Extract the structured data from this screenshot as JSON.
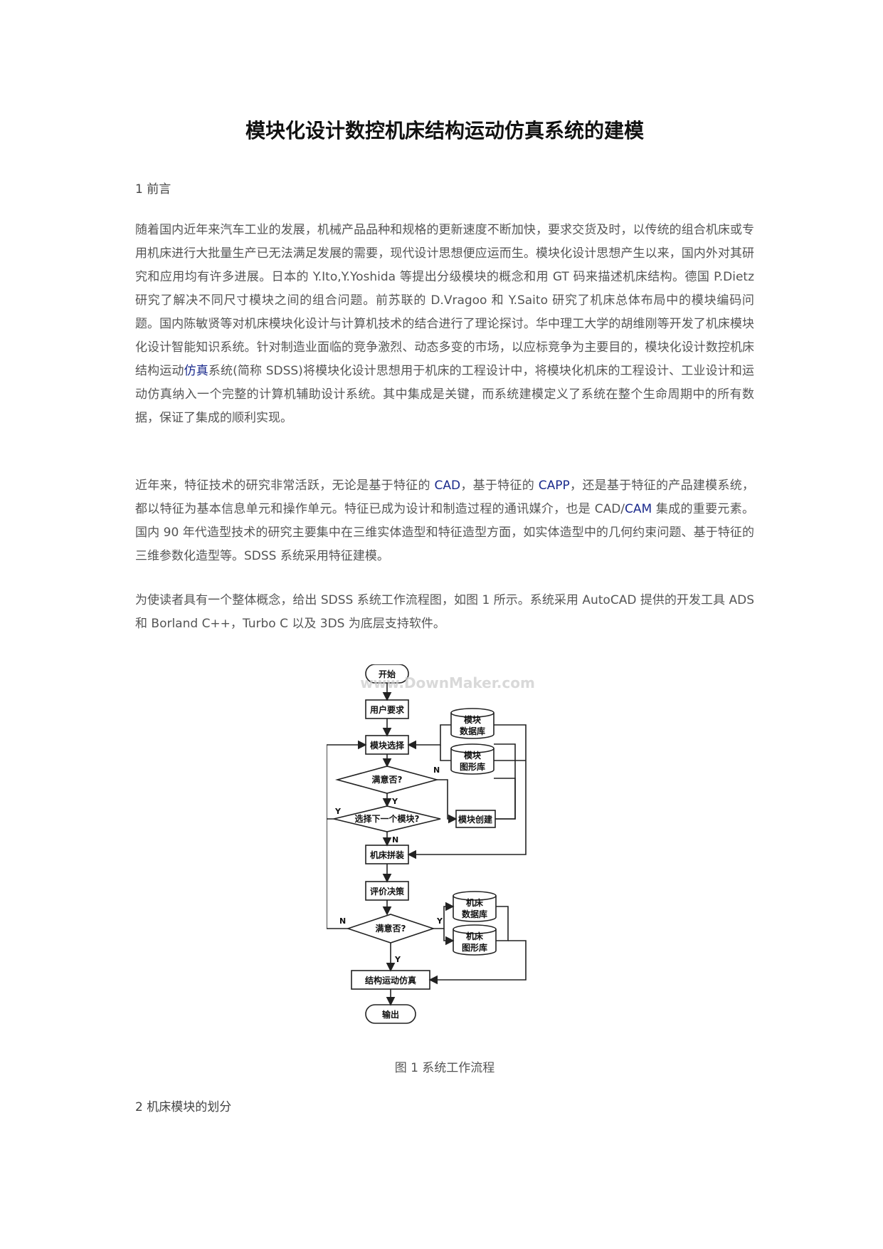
{
  "title": "模块化设计数控机床结构运动仿真系统的建模",
  "section1": "1  前言",
  "para1": [
    {
      "text": "随着国内近年来汽车工业的发展，机械产品品种和规格的更新速度不断加快，要求交货及时，以传统的组合机床或专用机床进行大批量生产已无法满足发展的需要，现代设计思想便应运而生。模块化设计思想产生以来，国内外对其研究和应用均有许多进展。日本的 Y.Ito,Y.Yoshida 等提出分级模块的概念和用 GT 码来描述机床结构。德国 P.Dietz 研究了解决不同尺寸模块之间的组合问题。前苏联的 D.Vragoo 和 Y.Saito 研究了机床总体布局中的模块编码问题。国内陈敏贤等对机床模块化设计与计算机技术的结合进行了理论探讨。华中理工大学的胡维刚等开发了机床模块化设计智能知识系统。针对制造业面临的竞争激烈、动态多变的市场，以应标竞争为主要目的，模块化设计数控机床结构运动"
    },
    {
      "text": "仿真",
      "link": true
    },
    {
      "text": "系统(简称 SDSS)将模块化设计思想用于机床的工程设计中，将模块化机床的工程设计、工业设计和运动仿真纳入一个完整的计算机辅助设计系统。其中集成是关键，而系统建模定义了系统在整个生命周期中的所有数据，保证了集成的顺利实现。"
    }
  ],
  "para2": [
    {
      "text": "近年来，特征技术的研究非常活跃，无论是基于特征的 "
    },
    {
      "text": "CAD",
      "link": true
    },
    {
      "text": "，基于特征的 "
    },
    {
      "text": "CAPP",
      "link": true
    },
    {
      "text": "，还是基于特征的产品建模系统，都以特征为基本信息单元和操作单元。特征已成为设计和制造过程的通讯媒介，也是 CAD/"
    },
    {
      "text": "CAM",
      "link": true
    },
    {
      "text": " 集成的重要元素。国内 90 年代造型技术的研究主要集中在三维实体造型和特征造型方面，如实体造型中的几何约束问题、基于特征的三维参数化造型等。SDSS 系统采用特征建模。"
    }
  ],
  "para3": "为使读者具有一个整体概念，给出 SDSS 系统工作流程图，如图 1 所示。系统采用 AutoCAD 提供的开发工具 ADS 和 Borland C++，Turbo C 以及 3DS 为底层支持软件。",
  "figure": {
    "watermark": "www.DownMaker.com",
    "nodes": {
      "start": "开始",
      "user_req": "用户要求",
      "module_select": "模块选择",
      "satisfied1": "满意否?",
      "next_module": "选择下一个模块?",
      "module_create": "模块创建",
      "assemble": "机床拼装",
      "evaluate": "评价决策",
      "satisfied2": "满意否?",
      "simulate": "结构运动仿真",
      "output": "输出",
      "db1_l1": "模块",
      "db1_l2": "数据库",
      "db2_l1": "模块",
      "db2_l2": "图形库",
      "db3_l1": "机床",
      "db3_l2": "数据库",
      "db4_l1": "机床",
      "db4_l2": "图形库"
    },
    "labels": {
      "y": "Y",
      "n": "N"
    }
  },
  "caption": "图 1  系统工作流程",
  "section2": "2  机床模块的划分"
}
